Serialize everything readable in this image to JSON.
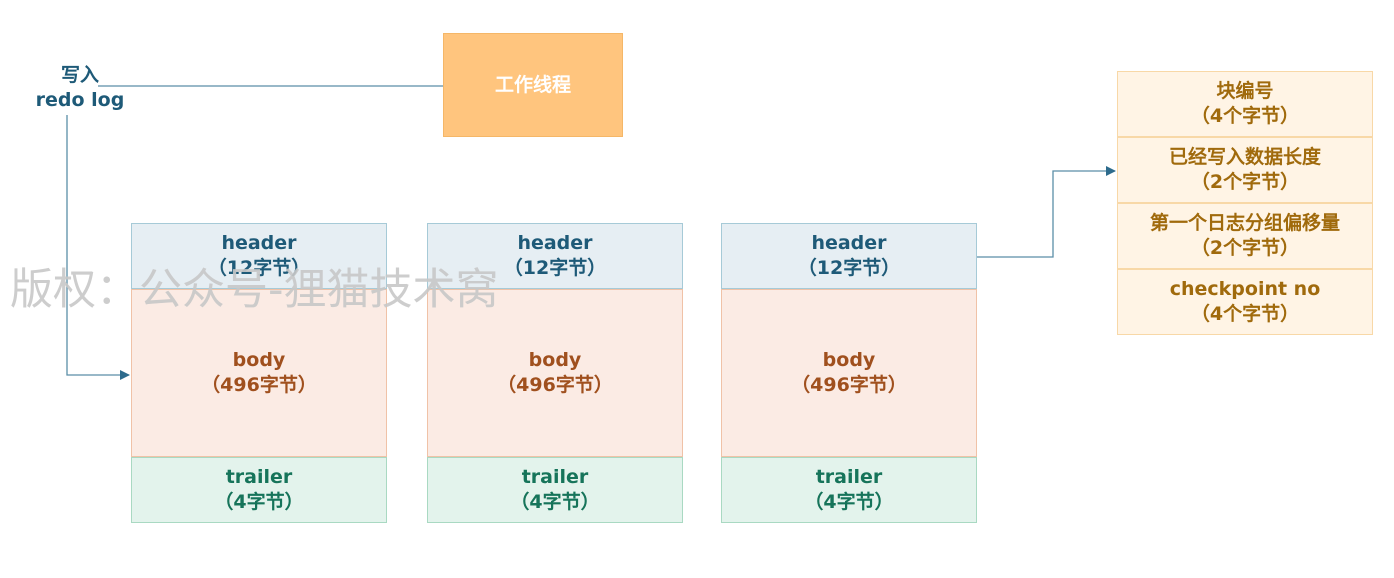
{
  "write_label": {
    "line1": "写入",
    "line2": "redo log"
  },
  "worker": {
    "label": "工作线程"
  },
  "blocks": [
    {
      "header": {
        "line1": "header",
        "line2": "（12字节）"
      },
      "body": {
        "line1": "body",
        "line2": "（496字节）"
      },
      "trailer": {
        "line1": "trailer",
        "line2": "（4字节）"
      }
    },
    {
      "header": {
        "line1": "header",
        "line2": "（12字节）"
      },
      "body": {
        "line1": "body",
        "line2": "（496字节）"
      },
      "trailer": {
        "line1": "trailer",
        "line2": "（4字节）"
      }
    },
    {
      "header": {
        "line1": "header",
        "line2": "（12字节）"
      },
      "body": {
        "line1": "body",
        "line2": "（496字节）"
      },
      "trailer": {
        "line1": "trailer",
        "line2": "（4字节）"
      }
    }
  ],
  "header_fields": [
    {
      "line1": "块编号",
      "line2": "（4个字节）"
    },
    {
      "line1": "已经写入数据长度",
      "line2": "（2个字节）"
    },
    {
      "line1": "第一个日志分组偏移量",
      "line2": "（2个字节）"
    },
    {
      "line1": "checkpoint no",
      "line2": "（4个字节）"
    }
  ],
  "watermark": "版权：公众号-狸猫技术窝",
  "colors": {
    "worker_fill": "#ffc57e",
    "header_fill": "#e6eef3",
    "body_fill": "#fbebe4",
    "trailer_fill": "#e3f3ec",
    "detail_fill": "#fff4e5",
    "connector": "#1e5a78"
  }
}
